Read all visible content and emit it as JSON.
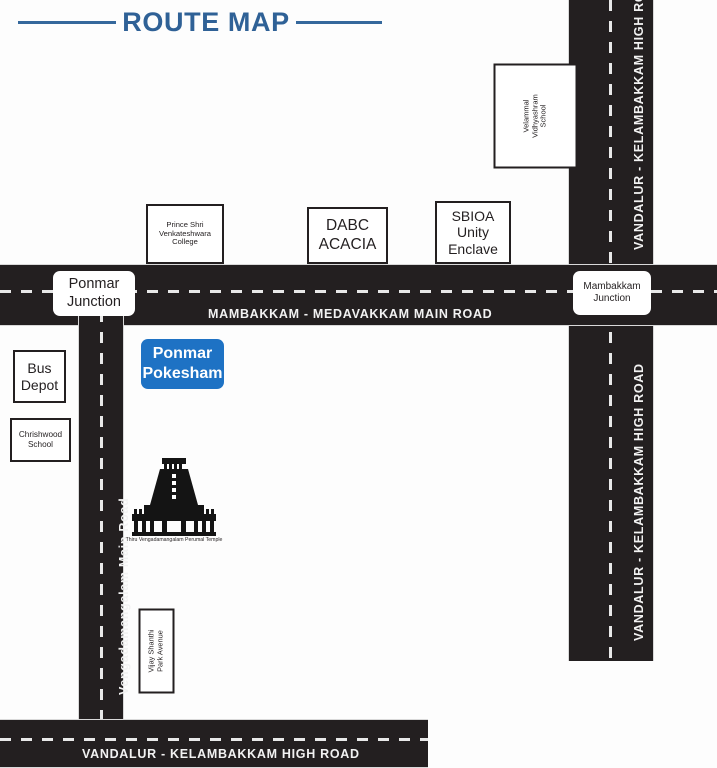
{
  "title": {
    "text": "ROUTE MAP",
    "color": "#2f6196"
  },
  "colors": {
    "road": "#231f20",
    "road_text": "#f2f2f2",
    "dash": "#e8e8e8",
    "highlight_bg": "#1e72c4",
    "highlight_text": "#ffffff",
    "title_blue": "#2f6196"
  },
  "roads": [
    {
      "id": "mambakkam-medavakkam-main-road",
      "label": "MAMBAKKAM - MEDAVAKKAM MAIN ROAD",
      "orientation": "horizontal"
    },
    {
      "id": "vandalur-kelambakkam-high-road-north",
      "label": "VANDALUR - KELAMBAKKAM HIGH ROAD",
      "orientation": "vertical"
    },
    {
      "id": "vandalur-kelambakkam-high-road-south",
      "label": "VANDALUR - KELAMBAKKAM HIGH ROAD",
      "orientation": "vertical"
    },
    {
      "id": "vengadamangalam-main-road",
      "label": "Vengadamangalam Main Road",
      "orientation": "vertical"
    },
    {
      "id": "vandalur-kelambakkam-high-road-bottom",
      "label": "VANDALUR -  KELAMBAKKAM HIGH ROAD",
      "orientation": "horizontal"
    }
  ],
  "road_labels": {
    "main_road": "MAMBAKKAM - MEDAVAKKAM MAIN ROAD",
    "high_road_north": "VANDALUR - KELAMBAKKAM HIGH ROAD",
    "high_road_south": "VANDALUR - KELAMBAKKAM HIGH ROAD",
    "vengadamangalam": "Vengadamangalam Main Road",
    "high_road_bottom": "VANDALUR -  KELAMBAKKAM HIGH ROAD"
  },
  "junctions": [
    {
      "id": "ponmar-junction",
      "line1": "Ponmar",
      "line2": "Junction"
    },
    {
      "id": "mambakkam-junction",
      "line1": "Mambakkam",
      "line2": "Junction"
    }
  ],
  "junction_labels": {
    "ponmar": {
      "line1": "Ponmar",
      "line2": "Junction"
    },
    "mambakkam": {
      "line1": "Mambakkam",
      "line2": "Junction"
    }
  },
  "highlight": {
    "line1": "Ponmar",
    "line2": "Pokesham"
  },
  "landmarks": {
    "velammal_school": {
      "line1": "Velammal",
      "line2": "Vidhyashram",
      "line3": "School"
    },
    "prince_college": {
      "line1": "Prince Shri",
      "line2": "Venkateshwara",
      "line3": "College"
    },
    "dabc_acacia": {
      "line1": "DABC",
      "line2": "ACACIA"
    },
    "sbioa": {
      "line1": "SBIOA",
      "line2": "Unity",
      "line3": "Enclave"
    },
    "bus_depot": {
      "line1": "Bus",
      "line2": "Depot"
    },
    "chrishwood_school": {
      "line1": "Chrishwood",
      "line2": "School"
    },
    "vijay_shanthi": {
      "line1": "Vijay Shanthi",
      "line2": "Park Avenue"
    }
  },
  "temple": {
    "icon": "temple-gopuram-icon",
    "caption_line1": "Thiru Vengadamangalam",
    "caption_line2": "Perumal Temple"
  }
}
